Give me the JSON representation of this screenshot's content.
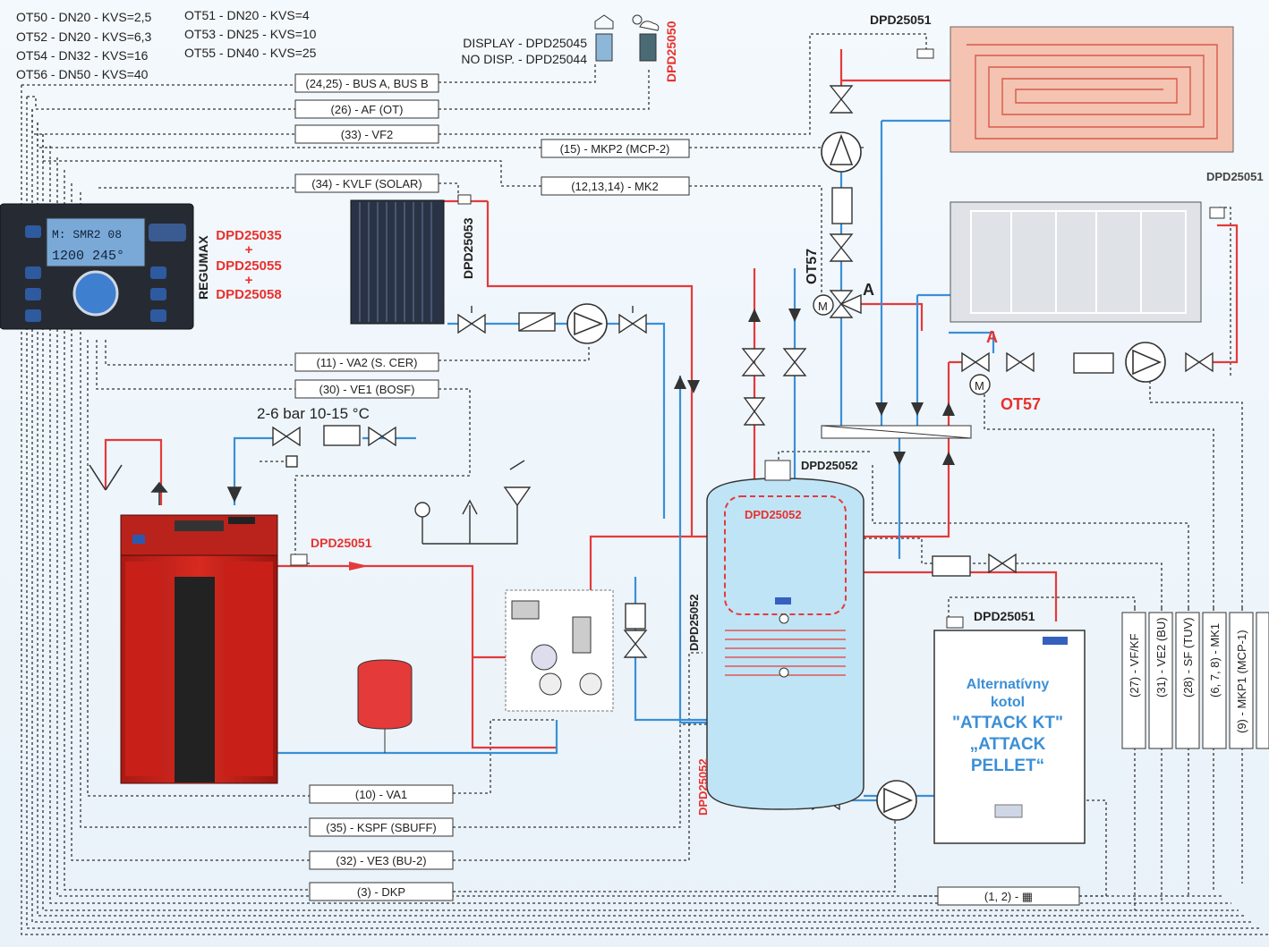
{
  "valve_specs": {
    "left": [
      "OT50 - DN20 - KVS=2,5",
      "OT52 - DN20 - KVS=6,3",
      "OT54 - DN32 - KVS=16",
      "OT56 - DN50 - KVS=40"
    ],
    "right": [
      "OT51 - DN20 - KVS=4",
      "OT53 - DN25 - KVS=10",
      "OT55 - DN40 - KVS=25"
    ]
  },
  "display": {
    "line1": "DISPLAY - DPD25045",
    "line2": "NO DISP. - DPD25044",
    "vertical": "DPD25050"
  },
  "regulator": {
    "screen_line1": "M: SMR2 08",
    "screen_line2": "1200 245°",
    "side_label": "REGUMAX",
    "codes": [
      "DPD25035",
      "+",
      "DPD25055",
      "+",
      "DPD25058"
    ]
  },
  "bus_labels": [
    "(24,25) - BUS A, BUS B",
    "(26) - AF (OT)",
    "(33) - VF2",
    "(15) - MKP2 (MCP-2)",
    "(12,13,14) - MK2",
    "(34) - KVLF (SOLAR)",
    "(11) - VA2 (S. CER)",
    "(30) - VE1 (BOSF)",
    "(10) - VA1",
    "(35) - KSPF (SBUFF)",
    "(32) - VE3 (BU-2)",
    "(3) - DKP",
    "(1, 2) - ▦"
  ],
  "vertical_labels": [
    "(27) - VF/KF",
    "(31) - VE2 (BU)",
    "(28) - SF (TUV)",
    "(6, 7, 8) - MK1",
    "(9) - MKP1 (MCP-1)"
  ],
  "component_codes": {
    "floor_heating": "DPD25051",
    "solar": "DPD25053",
    "radiator": "DPD25051",
    "tank_top": "DPD25052",
    "tank_inner": "DPD25052",
    "tank_side": "DPD25052",
    "tank_bottom": "DPD25052",
    "boiler_out": "DPD25051",
    "alt_boiler": "DPD25051"
  },
  "mixer": {
    "code": "OT57",
    "letter": "A"
  },
  "pressure_note": "2-6 bar 10-15 °C",
  "alt_boiler": {
    "lines": [
      "Alternatívny",
      "kotol",
      "\"ATTACK KT\"",
      "„ATTACK",
      "PELLET“"
    ]
  },
  "colors": {
    "hot": "#e43a3a",
    "cold": "#3b8fd6",
    "signal": "#333333",
    "accent": "#e8312d"
  }
}
